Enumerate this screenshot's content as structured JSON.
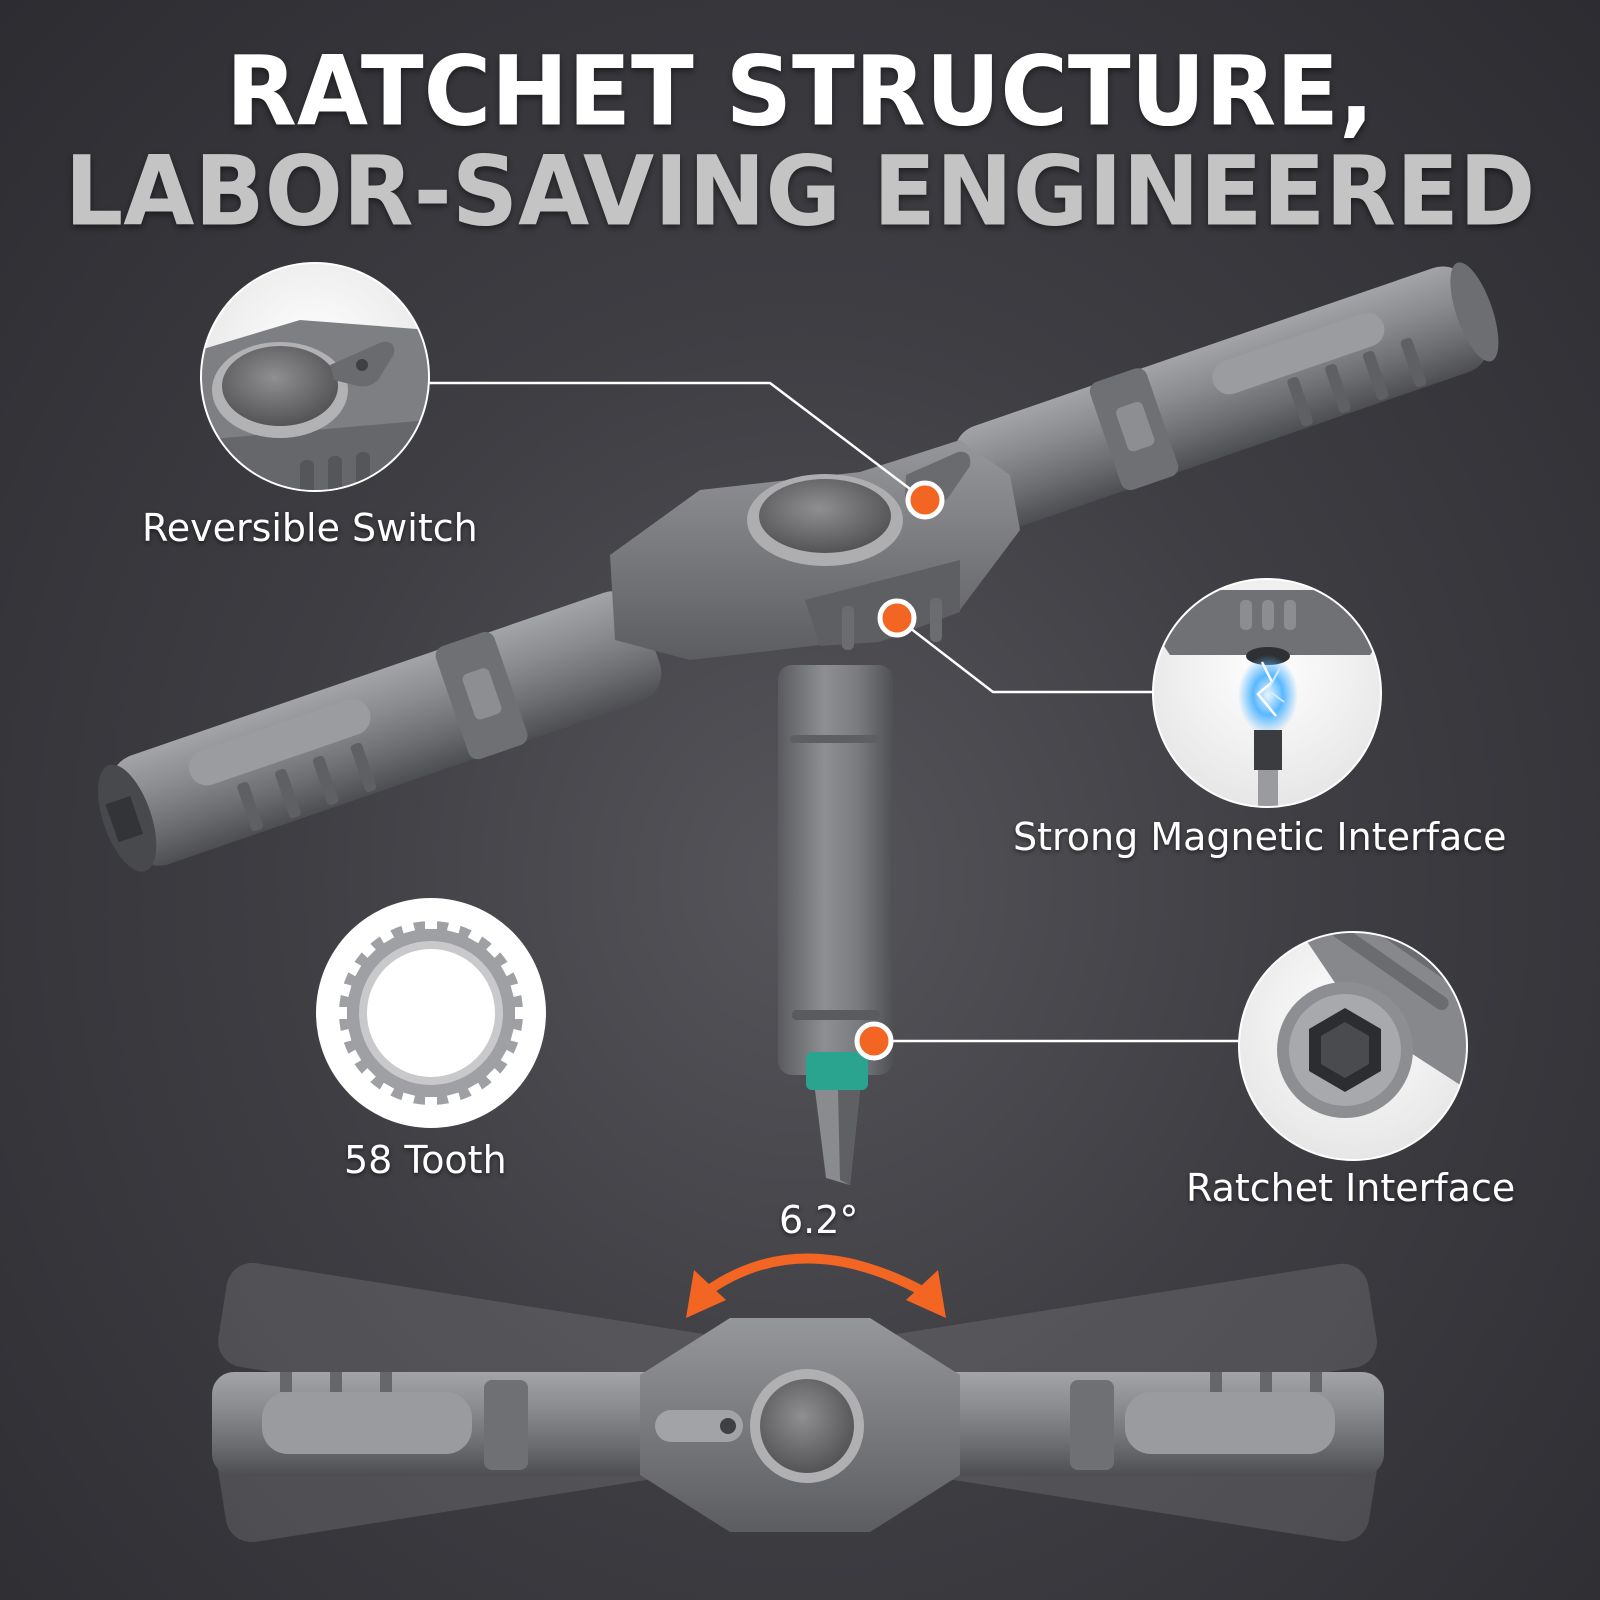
{
  "headline": {
    "line1": "RATCHET STRUCTURE,",
    "line2": "LABOR-SAVING ENGINEERED"
  },
  "callouts": {
    "reversible_switch": "Reversible Switch",
    "magnetic_interface": "Strong Magnetic Interface",
    "tooth_count": "58 Tooth",
    "ratchet_interface": "Ratchet Interface"
  },
  "swing_angle": "6.2°",
  "colors": {
    "background": "#3e3e43",
    "accent_orange": "#f26522",
    "tool_gray": "#7d7e82",
    "tip_teal": "#2aa38f",
    "spark_blue": "#5ab8ff"
  },
  "icons": [
    "ratchet-t-handle",
    "gear-ring-icon",
    "magnet-spark-icon",
    "hex-socket-icon",
    "swing-arrow-icon"
  ]
}
